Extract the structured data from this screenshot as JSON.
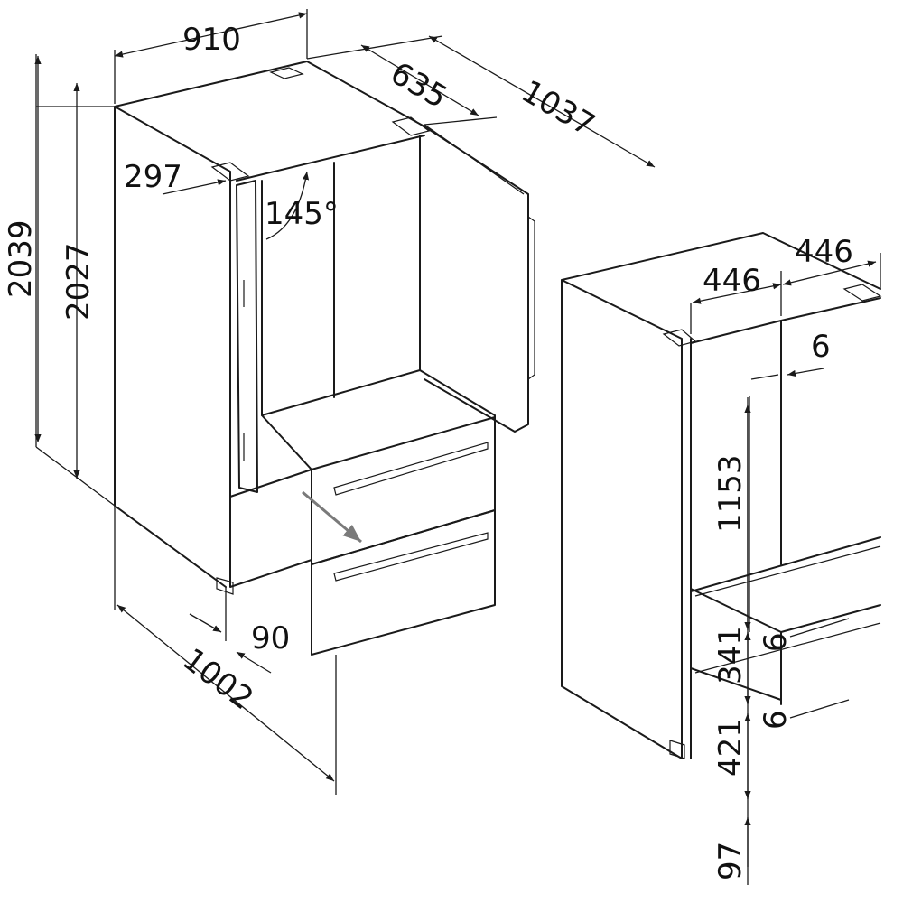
{
  "colors": {
    "line": "#1a1a1a",
    "arrow": "#7a7a7a",
    "background": "#ffffff"
  },
  "labels": {
    "width": "910",
    "depth_body": "635",
    "depth_open": "1037",
    "door_clearance": "297",
    "door_angle": "145°",
    "height_total": "2039",
    "height_body": "2027",
    "depth_drawer_open": "1002",
    "drawer_offset": "90",
    "door_width_left": "446",
    "door_width_right": "446",
    "door_gap": "6",
    "door_height": "1153",
    "drawer_gap_1": "6",
    "drawer_upper_height": "341",
    "drawer_gap_2": "6",
    "drawer_lower_height": "421",
    "plinth_height": "97"
  }
}
